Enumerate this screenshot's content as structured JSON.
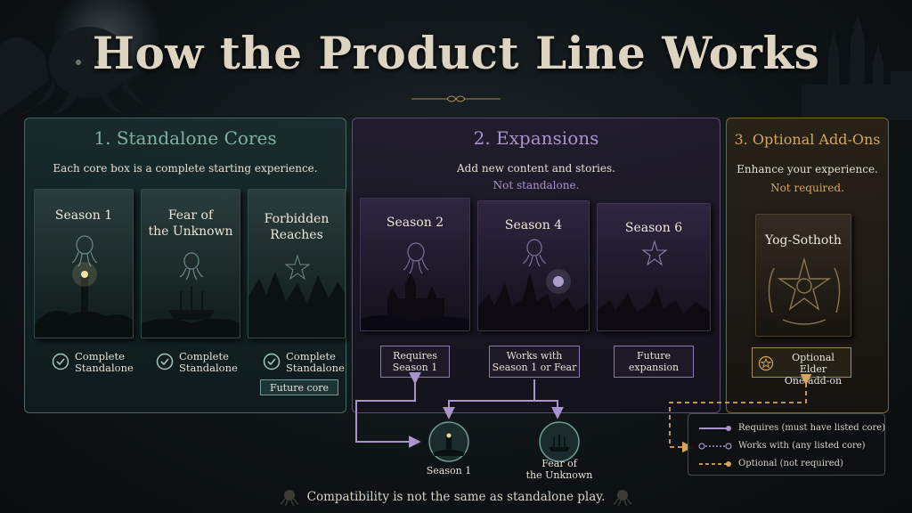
{
  "title": "How the Product Line Works",
  "sections": {
    "standalone": {
      "heading": "1. Standalone Cores",
      "description": "Each core box is a complete starting experience.",
      "boxes": [
        {
          "name": "Season 1",
          "status": "Complete Standalone",
          "tag": ""
        },
        {
          "name": "Fear of the Unknown",
          "status": "Complete Standalone",
          "tag": ""
        },
        {
          "name": "Forbidden Reaches",
          "status": "Complete Standalone",
          "tag": "Future core"
        }
      ],
      "status_line1": "Complete",
      "status_line2": "Standalone",
      "future_tag": "Future core",
      "color": "#7fb0a8"
    },
    "expansions": {
      "heading": "2. Expansions",
      "description": "Add new content and stories.",
      "note": "Not standalone.",
      "boxes": [
        {
          "name": "Season 2",
          "requirement_line1": "Requires",
          "requirement_line2": "Season 1"
        },
        {
          "name": "Season 4",
          "requirement_line1": "Works with",
          "requirement_line2": "Season 1 or Fear"
        },
        {
          "name": "Season 6",
          "requirement_line1": "Future",
          "requirement_line2": "expansion"
        }
      ],
      "color": "#a894cc"
    },
    "addons": {
      "heading": "3. Optional Add-Ons",
      "description": "Enhance your experience.",
      "note": "Not required.",
      "box": {
        "name": "Yog-Sothoth",
        "tag_line1": "Optional Elder",
        "tag_line2": "One add-on"
      },
      "color": "#d4a65a"
    }
  },
  "core_box_names": {
    "season1": "Season 1",
    "fear_line1": "Fear of",
    "fear_line2": "the Unknown",
    "forbidden_line1": "Forbidden",
    "forbidden_line2": "Reaches"
  },
  "nodes": {
    "season1": "Season 1",
    "fear_line1": "Fear of",
    "fear_line2": "the Unknown"
  },
  "legend": {
    "requires": "Requires (must have listed core)",
    "works_with": "Works with (any listed core)",
    "optional": "Optional (not required)"
  },
  "footer": "Compatibility is not the same as standalone play.",
  "icons": [
    "cthulhu-icon",
    "check-circle-icon",
    "elder-sign-icon",
    "lighthouse-icon",
    "ship-icon"
  ]
}
